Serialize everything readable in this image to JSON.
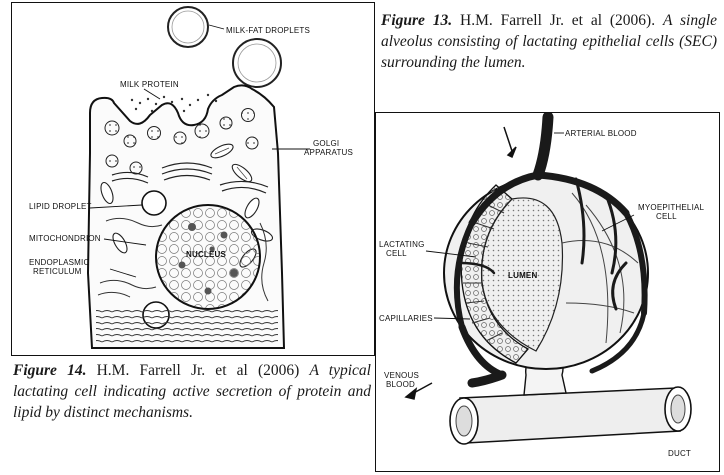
{
  "figure13": {
    "caption_label": "Figure 13.",
    "caption_authors": " H.M. Farrell Jr. et al (2006).",
    "caption_text": "A single alveolus consisting of lactating epithelial cells (SEC) surrounding the lumen.",
    "labels": {
      "arterial": "ARTERIAL BLOOD",
      "myo1": "MYOEPITHELIAL",
      "myo2": "CELL",
      "lact1": "LACTATING",
      "lact2": "CELL",
      "lumen": "LUMEN",
      "cap": "CAPILLARIES",
      "ven1": "VENOUS",
      "ven2": "BLOOD",
      "duct": "DUCT"
    }
  },
  "figure14": {
    "caption_label": "Figure 14.",
    "caption_authors": " H.M. Farrell Jr. et al (2006)",
    "caption_text": "A typical lactating cell indicating active secretion of protein and lipid by distinct mechanisms.",
    "labels": {
      "milkfat": "MILK-FAT DROPLETS",
      "milkprot": "MILK PROTEIN",
      "golgi1": "GOLGI",
      "golgi2": "APPARATUS",
      "lipid": "LIPID DROPLET",
      "mito": "MITOCHONDRION",
      "er1": "ENDOPLASMIC",
      "er2": "RETICULUM",
      "nucleus": "NUCLEUS"
    }
  }
}
